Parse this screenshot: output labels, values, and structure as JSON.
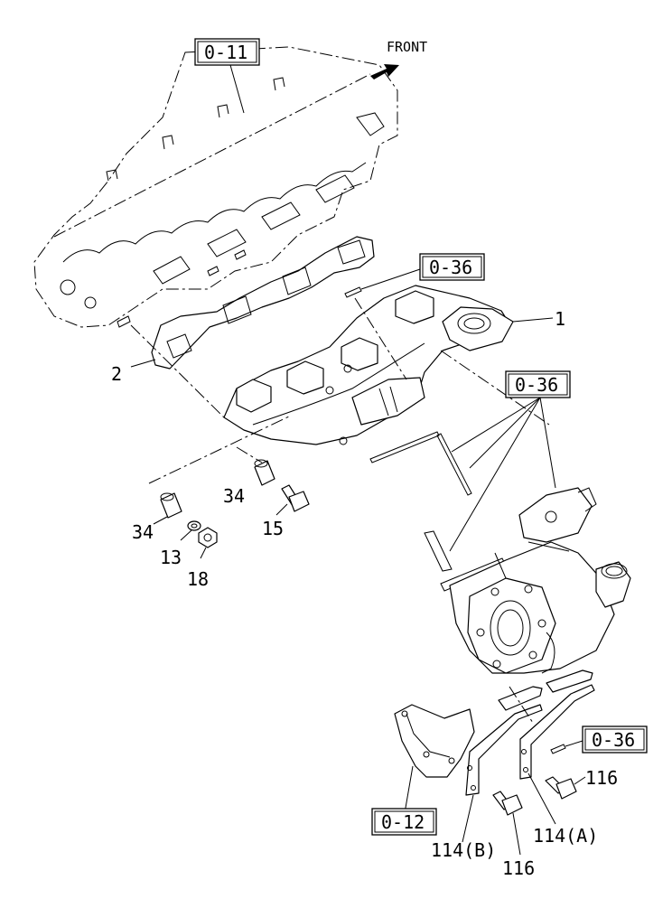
{
  "direction_label": "FRONT",
  "reference_boxes": {
    "cylinder_head": "0-11",
    "manifold_stud": "0-36",
    "turbo_studs": "0-36",
    "bracket_stud": "0-36",
    "bracket_plate": "0-12"
  },
  "callouts": {
    "exhaust_manifold": "1",
    "manifold_gasket": "2",
    "spacer_upper": "34",
    "spacer_lower": "34",
    "bolt_15": "15",
    "washer_13": "13",
    "nut_18": "18",
    "bolt_116_right": "116",
    "bolt_116_lower": "116",
    "bracket_a": "114(A)",
    "bracket_b": "114(B)"
  }
}
